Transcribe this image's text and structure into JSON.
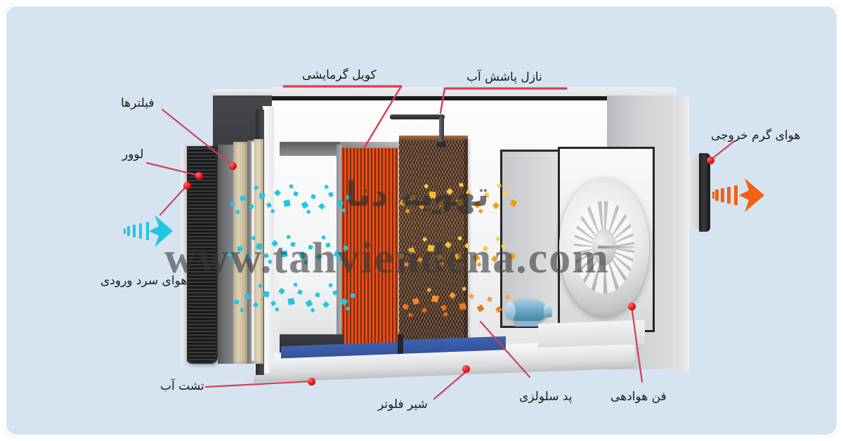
{
  "meta": {
    "title": "دیاگرام ایرواشر / کولر آبی صنعتی",
    "background_color": "#d6e4f2",
    "border_color": "#ffffff",
    "leader_color": "#d9434f",
    "marker_color": "#e8131a"
  },
  "watermark": {
    "url": "www.tahviendena.com",
    "brand_fa": "تهویه دنا"
  },
  "labels": {
    "filters": "فیلترها",
    "louver": "لوور",
    "heating_coil": "کویل گرمایشی",
    "water_spray_nozzle": "نازل پاشش آب",
    "hot_air_outlet": "هوای گرم خروجی",
    "cold_air_inlet": "هوای سرد ورودی",
    "water_tray": "تشت آب",
    "float_valve": "شیر فلوتر",
    "cellulose_pad": "پد سلولزی",
    "ventilation_fan": "فن هوادهی"
  },
  "components": [
    {
      "id": "louver",
      "label": "لوور",
      "position": "left-exterior",
      "color": "#2b2b2e"
    },
    {
      "id": "filters",
      "label": "فیلترها",
      "position": "left-interior",
      "color": "#ddd0b4"
    },
    {
      "id": "heating-coil",
      "label": "کویل گرمایشی",
      "position": "center-left",
      "color": "#e44f18"
    },
    {
      "id": "cellulose-pad",
      "label": "پد سلولزی",
      "position": "center-right",
      "color": "#6e4428"
    },
    {
      "id": "water-spray-nozzle",
      "label": "نازل پاشش آب",
      "position": "top-center",
      "color": "#34363a"
    },
    {
      "id": "ventilation-fan",
      "label": "فن هوادهی",
      "position": "right-interior",
      "color": "#e9eaec"
    },
    {
      "id": "water-tray",
      "label": "تشت آب",
      "position": "bottom",
      "color": "#2d4e96"
    },
    {
      "id": "float-valve",
      "label": "شیر فلوتر",
      "position": "bottom-center",
      "color": "#e8131a"
    },
    {
      "id": "cold-air-inlet",
      "label": "هوای سرد ورودی",
      "position": "left-exterior",
      "color": "#1fc4e0"
    },
    {
      "id": "hot-air-outlet",
      "label": "هوای گرم خروجی",
      "position": "right-exterior",
      "color": "#f4610f"
    }
  ],
  "airflow": {
    "inlet_color": "#1fc4e0",
    "outlet_color": "#f4610f",
    "inlet_direction": "right",
    "outlet_direction": "right"
  }
}
